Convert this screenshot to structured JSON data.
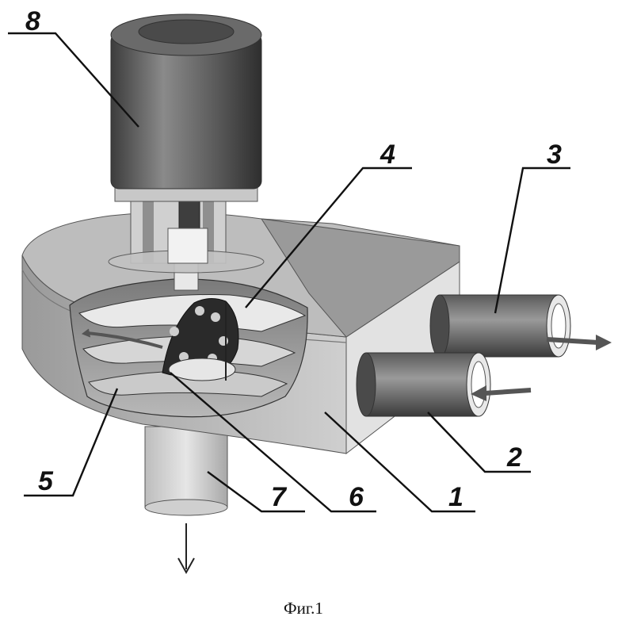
{
  "figure": {
    "caption": "Фиг.1",
    "callouts": [
      {
        "id": "1",
        "text": "1"
      },
      {
        "id": "2",
        "text": "2"
      },
      {
        "id": "3",
        "text": "3"
      },
      {
        "id": "4",
        "text": "4"
      },
      {
        "id": "5",
        "text": "5"
      },
      {
        "id": "6",
        "text": "6"
      },
      {
        "id": "7",
        "text": "7"
      },
      {
        "id": "8",
        "text": "8"
      }
    ]
  }
}
